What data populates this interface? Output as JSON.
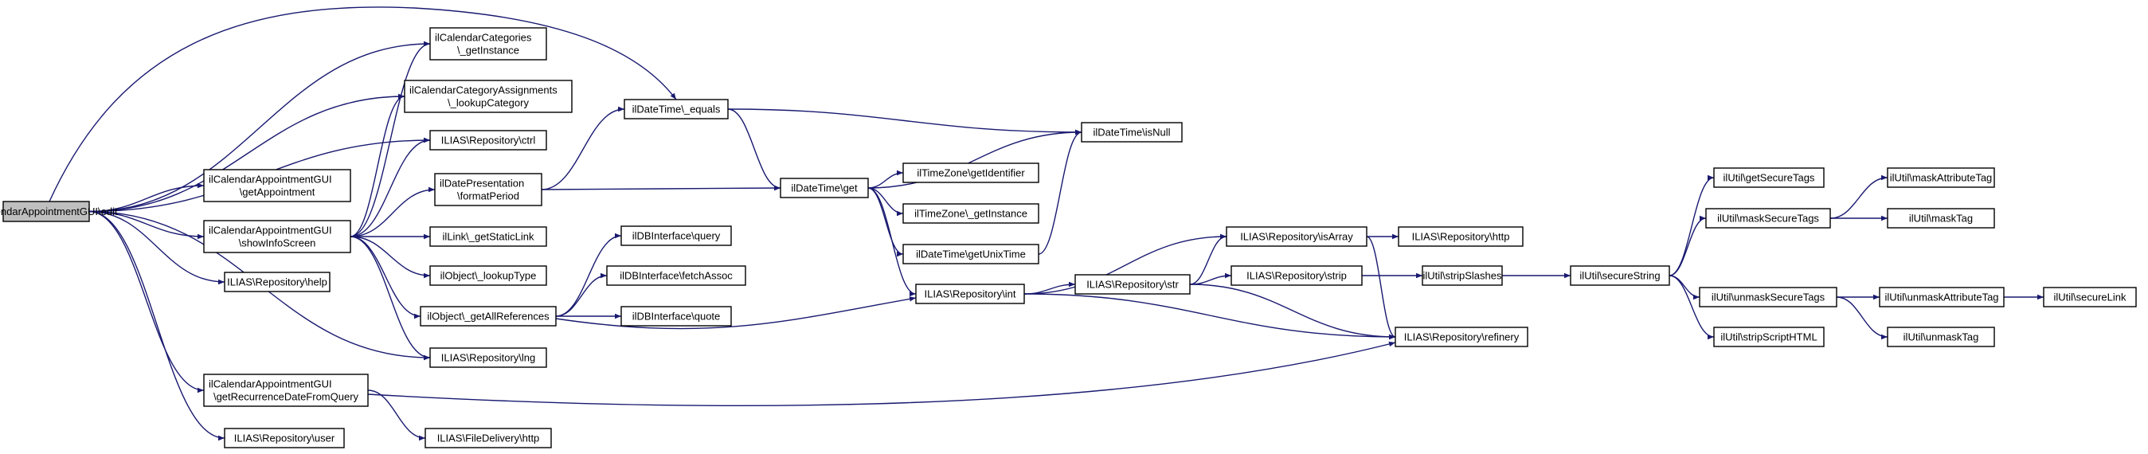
{
  "graph": {
    "edge_color": "#191970",
    "root_fill": "#bfbfbf",
    "nodes": [
      {
        "id": "edit",
        "lines": [
          "ilCalendarAppointmentGUI\\edit"
        ],
        "root": true
      },
      {
        "id": "catGetInstance",
        "lines": [
          "ilCalendarCategories",
          "\\_getInstance"
        ]
      },
      {
        "id": "catAssign",
        "lines": [
          "ilCalendarCategoryAssignments",
          "\\_lookupCategory"
        ]
      },
      {
        "id": "repoCtrl",
        "lines": [
          "ILIAS\\Repository\\ctrl"
        ]
      },
      {
        "id": "getAppointment",
        "lines": [
          "ilCalendarAppointmentGUI",
          "\\getAppointment"
        ]
      },
      {
        "id": "showInfo",
        "lines": [
          "ilCalendarAppointmentGUI",
          "\\showInfoScreen"
        ]
      },
      {
        "id": "repoHelp",
        "lines": [
          "ILIAS\\Repository\\help"
        ]
      },
      {
        "id": "repoLng",
        "lines": [
          "ILIAS\\Repository\\lng"
        ]
      },
      {
        "id": "recurrence",
        "lines": [
          "ilCalendarAppointmentGUI",
          "\\getRecurrenceDateFromQuery"
        ]
      },
      {
        "id": "repoUser",
        "lines": [
          "ILIAS\\Repository\\user"
        ]
      },
      {
        "id": "datePres",
        "lines": [
          "ilDatePresentation",
          "\\formatPeriod"
        ]
      },
      {
        "id": "staticLink",
        "lines": [
          "ilLink\\_getStaticLink"
        ]
      },
      {
        "id": "lookupType",
        "lines": [
          "ilObject\\_lookupType"
        ]
      },
      {
        "id": "allRefs",
        "lines": [
          "ilObject\\_getAllReferences"
        ]
      },
      {
        "id": "fileHttp",
        "lines": [
          "ILIAS\\FileDelivery\\http"
        ]
      },
      {
        "id": "dtEquals",
        "lines": [
          "ilDateTime\\_equals"
        ]
      },
      {
        "id": "dbQuery",
        "lines": [
          "ilDBInterface\\query"
        ]
      },
      {
        "id": "dbFetch",
        "lines": [
          "ilDBInterface\\fetchAssoc"
        ]
      },
      {
        "id": "dbQuote",
        "lines": [
          "ilDBInterface\\quote"
        ]
      },
      {
        "id": "dtIsNull",
        "lines": [
          "ilDateTime\\isNull"
        ]
      },
      {
        "id": "dtGet",
        "lines": [
          "ilDateTime\\get"
        ]
      },
      {
        "id": "tzId",
        "lines": [
          "ilTimeZone\\getIdentifier"
        ]
      },
      {
        "id": "tzInstance",
        "lines": [
          "ilTimeZone\\_getInstance"
        ]
      },
      {
        "id": "dtUnix",
        "lines": [
          "ilDateTime\\getUnixTime"
        ]
      },
      {
        "id": "repoInt",
        "lines": [
          "ILIAS\\Repository\\int"
        ]
      },
      {
        "id": "repoStr",
        "lines": [
          "ILIAS\\Repository\\str"
        ]
      },
      {
        "id": "repoIsArray",
        "lines": [
          "ILIAS\\Repository\\isArray"
        ]
      },
      {
        "id": "repoStrip",
        "lines": [
          "ILIAS\\Repository\\strip"
        ]
      },
      {
        "id": "repoHttp",
        "lines": [
          "ILIAS\\Repository\\http"
        ]
      },
      {
        "id": "repoRefinery",
        "lines": [
          "ILIAS\\Repository\\refinery"
        ]
      },
      {
        "id": "stripSlashes",
        "lines": [
          "ilUtil\\stripSlashes"
        ]
      },
      {
        "id": "secureString",
        "lines": [
          "ilUtil\\secureString"
        ]
      },
      {
        "id": "getSecureTags",
        "lines": [
          "ilUtil\\getSecureTags"
        ]
      },
      {
        "id": "maskSecureTags",
        "lines": [
          "ilUtil\\maskSecureTags"
        ]
      },
      {
        "id": "unmaskSecureTags",
        "lines": [
          "ilUtil\\unmaskSecureTags"
        ]
      },
      {
        "id": "stripScript",
        "lines": [
          "ilUtil\\stripScriptHTML"
        ]
      },
      {
        "id": "maskAttr",
        "lines": [
          "ilUtil\\maskAttributeTag"
        ]
      },
      {
        "id": "maskTag",
        "lines": [
          "ilUtil\\maskTag"
        ]
      },
      {
        "id": "unmaskAttr",
        "lines": [
          "ilUtil\\unmaskAttributeTag"
        ]
      },
      {
        "id": "unmaskTag",
        "lines": [
          "ilUtil\\unmaskTag"
        ]
      },
      {
        "id": "secureLink",
        "lines": [
          "ilUtil\\secureLink"
        ]
      }
    ],
    "edges": [
      [
        "edit",
        "catGetInstance"
      ],
      [
        "edit",
        "catAssign"
      ],
      [
        "edit",
        "repoCtrl"
      ],
      [
        "edit",
        "getAppointment"
      ],
      [
        "edit",
        "showInfo"
      ],
      [
        "edit",
        "repoHelp"
      ],
      [
        "edit",
        "repoLng"
      ],
      [
        "edit",
        "recurrence"
      ],
      [
        "edit",
        "repoUser"
      ],
      [
        "edit",
        "dtEquals"
      ],
      [
        "showInfo",
        "catGetInstance"
      ],
      [
        "showInfo",
        "catAssign"
      ],
      [
        "showInfo",
        "repoCtrl"
      ],
      [
        "showInfo",
        "datePres"
      ],
      [
        "showInfo",
        "staticLink"
      ],
      [
        "showInfo",
        "lookupType"
      ],
      [
        "showInfo",
        "allRefs"
      ],
      [
        "showInfo",
        "repoLng"
      ],
      [
        "recurrence",
        "fileHttp"
      ],
      [
        "recurrence",
        "repoRefinery"
      ],
      [
        "datePres",
        "dtEquals"
      ],
      [
        "datePres",
        "dtGet"
      ],
      [
        "allRefs",
        "dbQuery"
      ],
      [
        "allRefs",
        "dbFetch"
      ],
      [
        "allRefs",
        "dbQuote"
      ],
      [
        "allRefs",
        "repoInt"
      ],
      [
        "dtEquals",
        "dtIsNull"
      ],
      [
        "dtEquals",
        "dtGet"
      ],
      [
        "dtGet",
        "dtIsNull"
      ],
      [
        "dtGet",
        "tzId"
      ],
      [
        "dtGet",
        "tzInstance"
      ],
      [
        "dtGet",
        "dtUnix"
      ],
      [
        "dtGet",
        "repoInt"
      ],
      [
        "dtUnix",
        "dtIsNull"
      ],
      [
        "repoInt",
        "repoStr"
      ],
      [
        "repoInt",
        "repoIsArray"
      ],
      [
        "repoInt",
        "repoRefinery"
      ],
      [
        "repoStr",
        "repoIsArray"
      ],
      [
        "repoStr",
        "repoStrip"
      ],
      [
        "repoStr",
        "repoRefinery"
      ],
      [
        "repoIsArray",
        "repoHttp"
      ],
      [
        "repoIsArray",
        "repoRefinery"
      ],
      [
        "repoStrip",
        "stripSlashes"
      ],
      [
        "stripSlashes",
        "secureString"
      ],
      [
        "secureString",
        "getSecureTags"
      ],
      [
        "secureString",
        "maskSecureTags"
      ],
      [
        "secureString",
        "unmaskSecureTags"
      ],
      [
        "secureString",
        "stripScript"
      ],
      [
        "maskSecureTags",
        "maskAttr"
      ],
      [
        "maskSecureTags",
        "maskTag"
      ],
      [
        "unmaskSecureTags",
        "unmaskAttr"
      ],
      [
        "unmaskSecureTags",
        "unmaskTag"
      ],
      [
        "unmaskAttr",
        "secureLink"
      ]
    ]
  }
}
